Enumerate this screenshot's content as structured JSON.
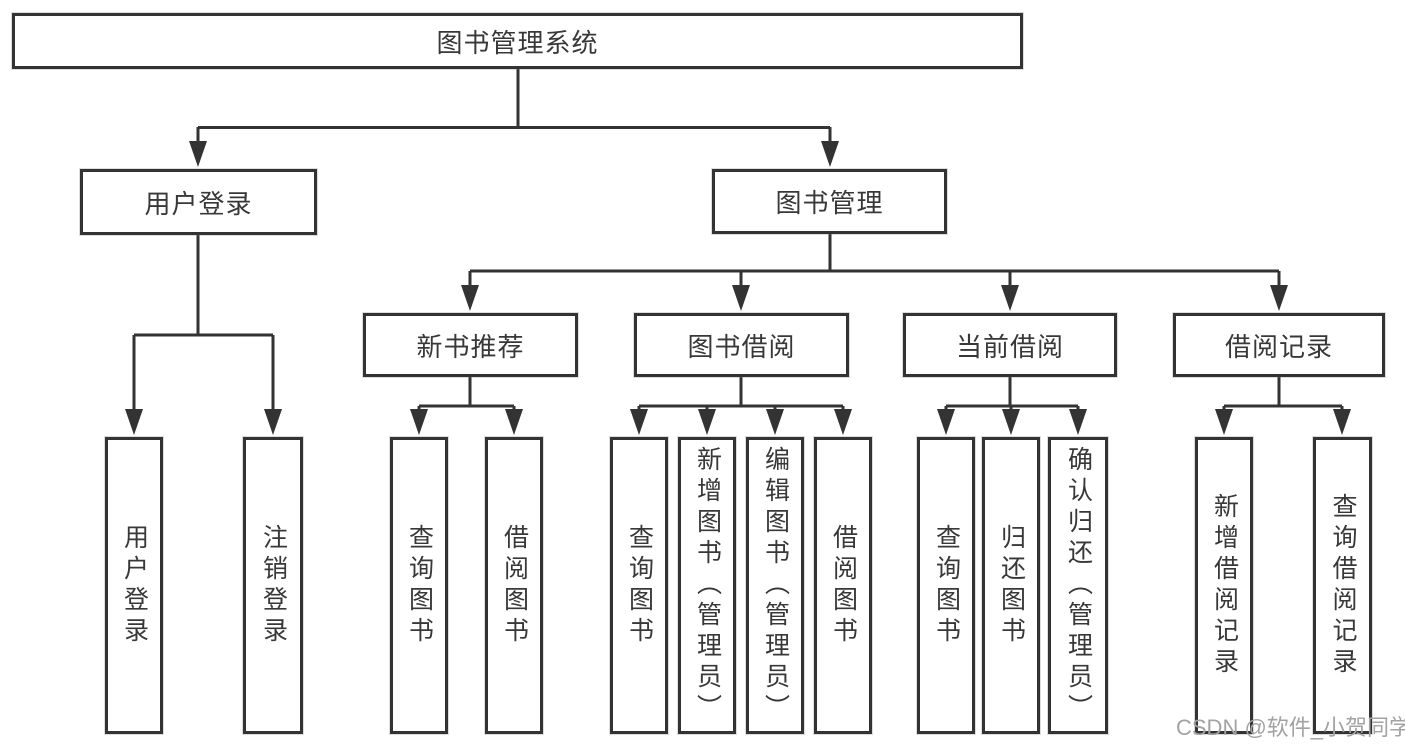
{
  "diagram_title": "图书管理系统",
  "tree": {
    "root": {
      "label": "图书管理系统",
      "children": [
        {
          "label": "用户登录",
          "children": [
            {
              "label": "用户登录"
            },
            {
              "label": "注销登录"
            }
          ]
        },
        {
          "label": "图书管理",
          "children": [
            {
              "label": "新书推荐",
              "children": [
                {
                  "label": "查询图书"
                },
                {
                  "label": "借阅图书"
                }
              ]
            },
            {
              "label": "图书借阅",
              "children": [
                {
                  "label": "查询图书"
                },
                {
                  "label": "新增图书（管理员）"
                },
                {
                  "label": "编辑图书（管理员）"
                },
                {
                  "label": "借阅图书"
                }
              ]
            },
            {
              "label": "当前借阅",
              "children": [
                {
                  "label": "查询图书"
                },
                {
                  "label": "归还图书"
                },
                {
                  "label": "确认归还（管理员）"
                }
              ]
            },
            {
              "label": "借阅记录",
              "children": [
                {
                  "label": "新增借阅记录"
                },
                {
                  "label": "查询借阅记录"
                }
              ]
            }
          ]
        }
      ]
    }
  },
  "watermark": {
    "text": "CSDN @软件_小贺同学",
    "color": "#a3a3a3"
  },
  "colors": {
    "line": "#333333",
    "box_border": "#333333",
    "text": "#383838",
    "background": "#ffffff"
  }
}
